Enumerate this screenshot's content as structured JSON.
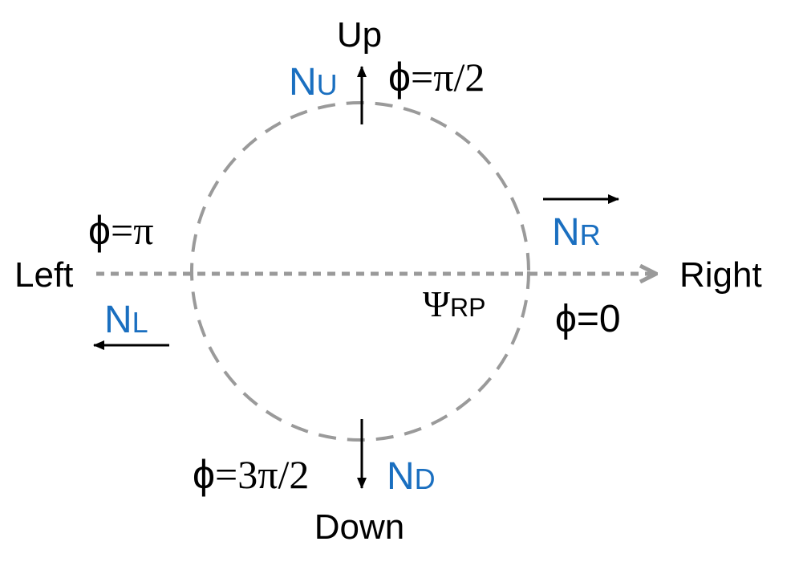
{
  "colors": {
    "black": "#000000",
    "blue": "#1a6fc0",
    "gray": "#9a9a9a"
  },
  "directions": {
    "up": "Up",
    "down": "Down",
    "left": "Left",
    "right": "Right"
  },
  "angles": {
    "phi_symbol": "ϕ",
    "up_eq": "=π/2",
    "left_eq": "=π",
    "right_eq": "=0",
    "down_eq": "=3π/2"
  },
  "normals": {
    "base": "N",
    "up_sub": "U",
    "down_sub": "D",
    "left_sub": "L",
    "right_sub": "R"
  },
  "reaction_plane": {
    "symbol": "Ψ",
    "sub": "RP"
  }
}
